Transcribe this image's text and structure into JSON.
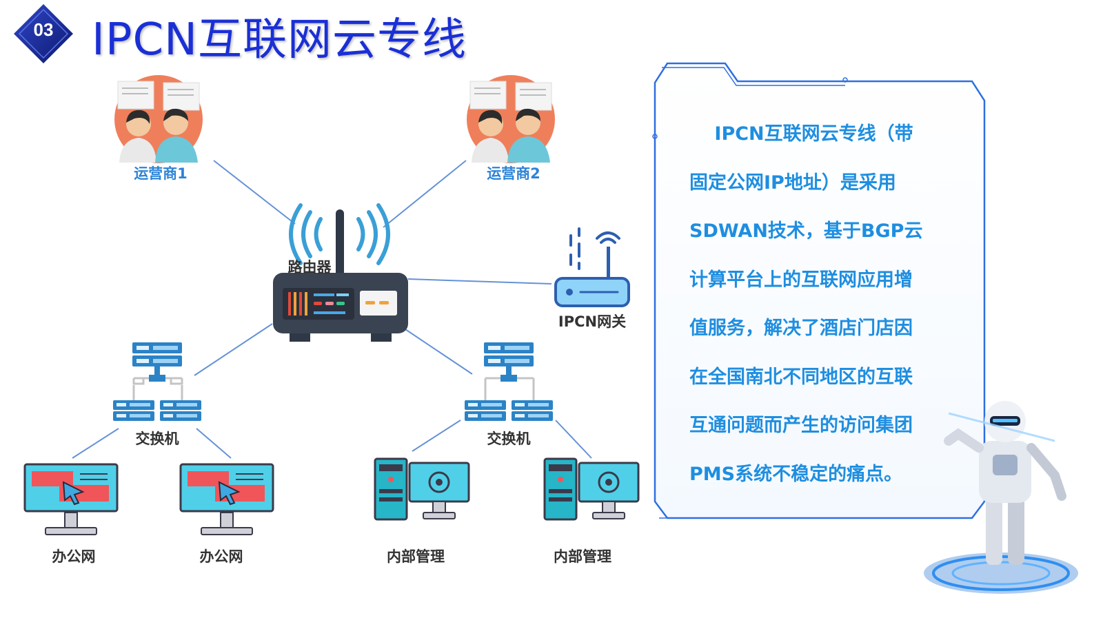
{
  "header": {
    "badge": "03",
    "title": "IPCN互联网云专线"
  },
  "diagram": {
    "carrier1": "运营商1",
    "carrier2": "运营商2",
    "router": "路由器",
    "gateway": "IPCN网关",
    "switch_left": "交换机",
    "switch_right": "交换机",
    "office1": "办公网",
    "office2": "办公网",
    "internal1": "内部管理",
    "internal2": "内部管理"
  },
  "panel": {
    "lines": [
      "　 IPCN互联网云专线（带",
      "固定公网IP地址）是采用",
      "SDWAN技术，基于BGP云",
      "计算平台上的互联网应用增",
      "值服务，解决了酒店门店因",
      "在全国南北不同地区的互联",
      "互通问题而产生的访问集团",
      "PMS系统不稳定的痛点。"
    ]
  },
  "colors": {
    "title": "#1a2fd6",
    "panel_text": "#1e8ee0",
    "label_blue": "#2d83d6",
    "badge": "#1c2a8a"
  }
}
